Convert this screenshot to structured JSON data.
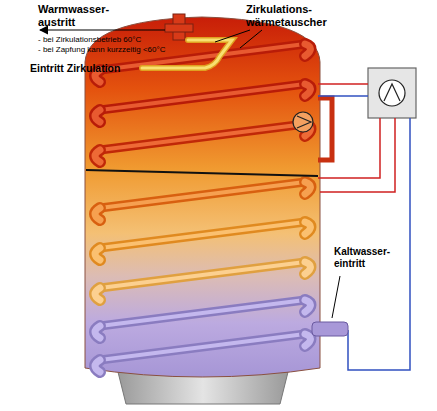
{
  "diagram": {
    "labels": [
      "Warmwasser- austritt",
      "- bei Zirkulationsbetrieb 60°C",
      "- bei Zapfung kann kurzzeitig <60°C",
      "Zirkulations- wärmetauscher",
      "Eintritt Zirkulation",
      "Kaltwasser- eintritt"
    ]
  }
}
